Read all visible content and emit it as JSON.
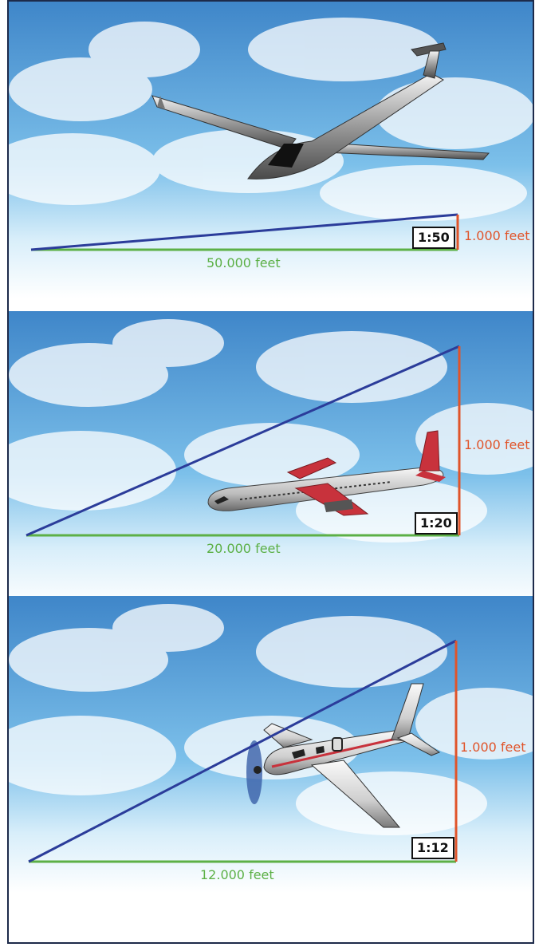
{
  "panels": [
    {
      "aircraft": "glider",
      "ratio": "1:50",
      "rise_label": "1.000 feet",
      "run_label": "50.000 feet"
    },
    {
      "aircraft": "airliner",
      "ratio": "1:20",
      "rise_label": "1.000 feet",
      "run_label": "20.000 feet"
    },
    {
      "aircraft": "propeller-plane",
      "ratio": "1:12",
      "rise_label": "1.000 feet",
      "run_label": "12.000 feet"
    }
  ],
  "colors": {
    "hypotenuse": "#2b3c9a",
    "rise": "#e0542a",
    "run": "#5cb046",
    "sky_top": "#3f86c9",
    "sky_bottom": "#ffffff"
  }
}
